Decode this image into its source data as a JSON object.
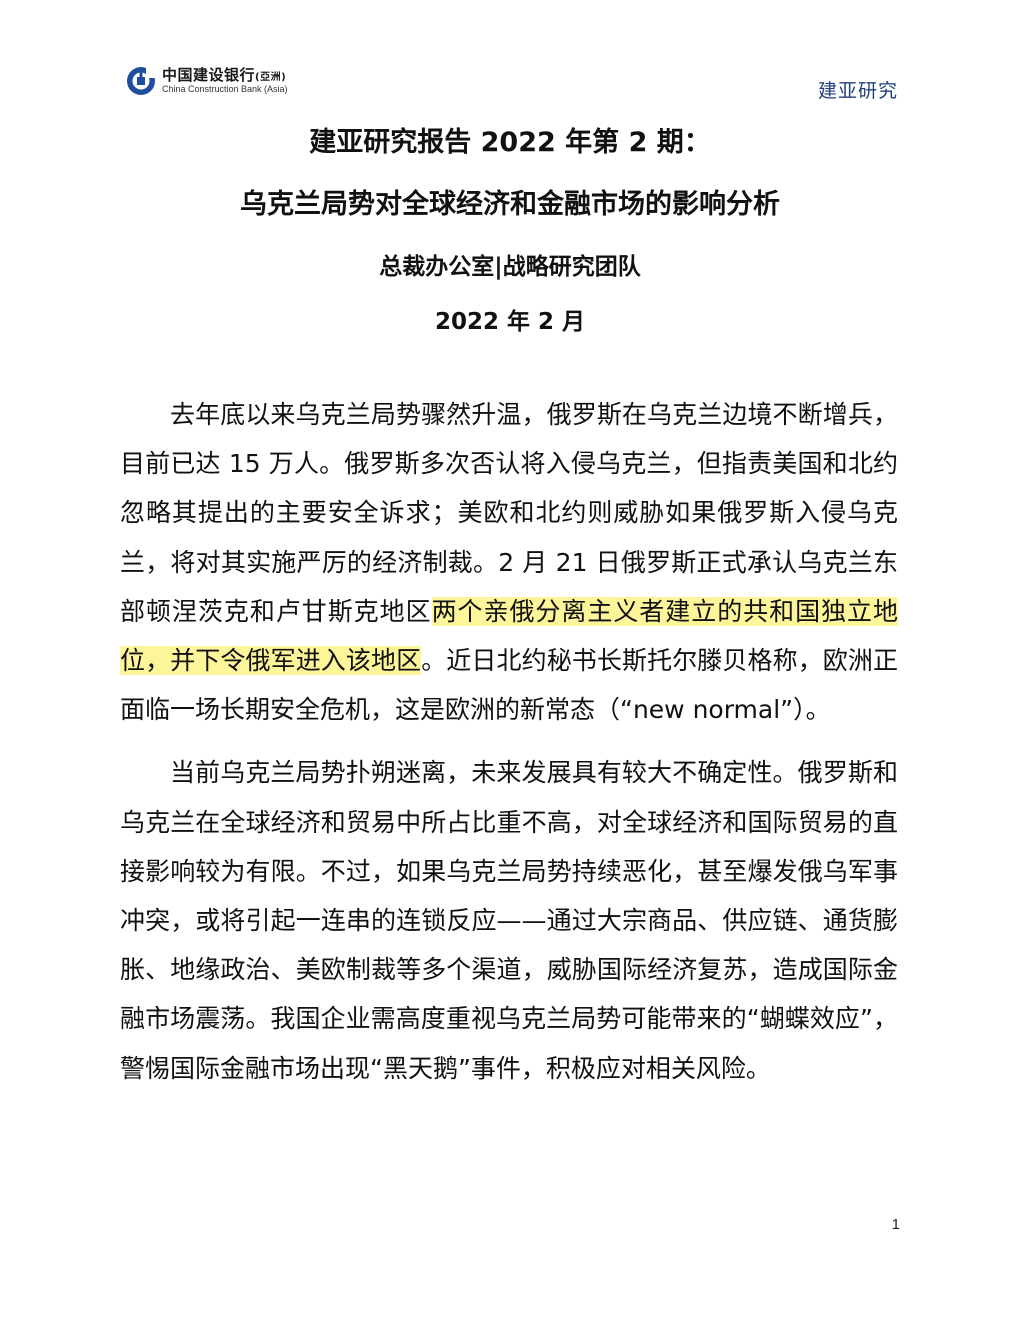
{
  "header": {
    "logo_cn": "中国建设银行",
    "logo_cn_suffix": "(亞洲)",
    "logo_en": "China Construction Bank (Asia)",
    "right_label": "建亚研究",
    "logo_color": "#1f4e9e",
    "label_color": "#1f3f7a"
  },
  "title": {
    "line1": "建亚研究报告 2022 年第 2 期：",
    "line2": "乌克兰局势对全球经济和金融市场的影响分析",
    "line3": "总裁办公室|战略研究团队",
    "line4": "2022 年 2 月"
  },
  "body": {
    "para1": {
      "part1": "去年底以来乌克兰局势骤然升温，俄罗斯在乌克兰边境不断增兵，目前已达 15 万人。俄罗斯多次否认将入侵乌克兰，但指责美国和北约忽略其提出的主要安全诉求；美欧和北约则威胁如果俄罗斯入侵乌克兰，将对其实施严厉的经济制裁。2 月 21 日俄罗斯正式承认乌克兰东部顿涅茨克和卢甘斯克地区",
      "highlight": "两个亲俄分离主义者建立的共和国独立地位，并下令俄军进入该地区",
      "part2": "。近日北约秘书长斯托尔滕贝格称，欧洲正面临一场长期安全危机，这是欧洲的新常态（“new normal”）。",
      "highlight_color": "#fdf59a"
    },
    "para2": "当前乌克兰局势扑朔迷离，未来发展具有较大不确定性。俄罗斯和乌克兰在全球经济和贸易中所占比重不高，对全球经济和国际贸易的直接影响较为有限。不过，如果乌克兰局势持续恶化，甚至爆发俄乌军事冲突，或将引起一连串的连锁反应——通过大宗商品、供应链、通货膨胀、地缘政治、美欧制裁等多个渠道，威胁国际经济复苏，造成国际金融市场震荡。我国企业需高度重视乌克兰局势可能带来的“蝴蝶效应”，警惕国际金融市场出现“黑天鹅”事件，积极应对相关风险。"
  },
  "footer": {
    "page_number": "1"
  }
}
